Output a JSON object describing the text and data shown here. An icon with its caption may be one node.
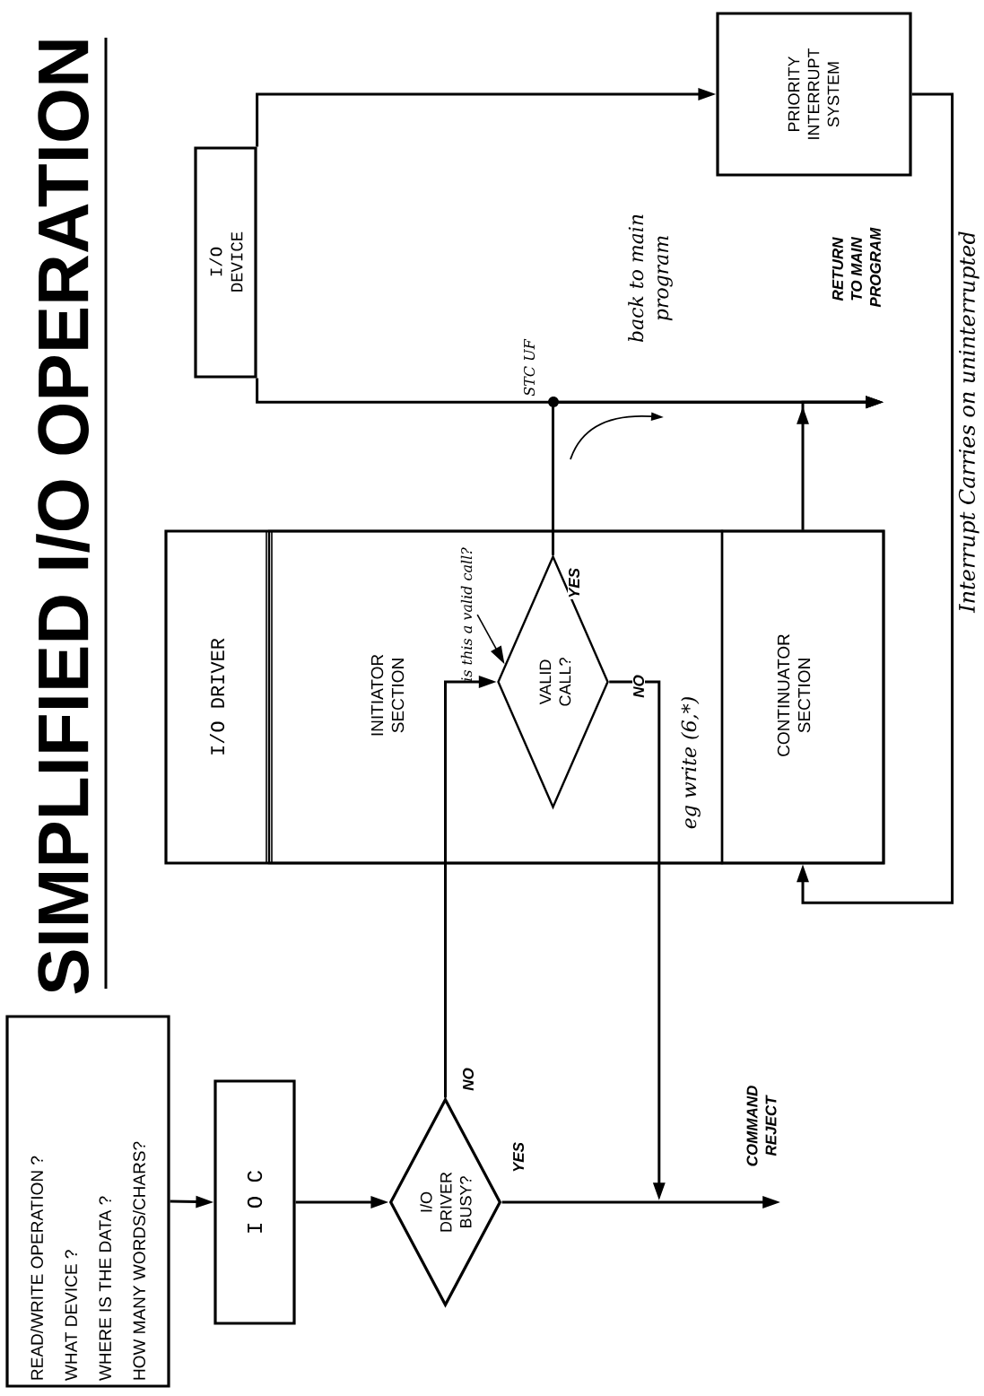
{
  "diagram": {
    "title": "SIMPLIFIED I/O OPERATION",
    "nodes": [
      {
        "text": [
          "READ/WRITE OPERATION ?",
          "WHAT DEVICE ?",
          "WHERE IS THE DATA ?",
          "HOW MANY WORDS/CHARS?"
        ]
      },
      {
        "text": [
          "I O C"
        ]
      },
      {
        "text": [
          "I/O DRIVER BUSY?"
        ]
      },
      {
        "text": [
          "I/O DRIVER"
        ]
      },
      {
        "text": [
          "INITIATOR SECTION"
        ],
        "in": 3
      },
      {
        "text": [
          "VALID CALL?"
        ],
        "in": 4
      },
      {
        "text": [
          "CONTINUATOR SECTION"
        ],
        "in": 3
      },
      {
        "text": [
          "I/O DEVICE"
        ]
      },
      {
        "text": [
          "PRIORITY INTERRUPT SYSTEM"
        ]
      },
      {
        "text": [
          "RETURN TO MAIN PROGRAM"
        ]
      },
      {
        "text": [
          "COMMAND REJECT"
        ]
      },
      {
        "text": [
          "is this a valid call?"
        ],
        "in": 4
      }
    ],
    "edges": [
      {
        "from": 0,
        "to": 1,
        "arrow": "to"
      },
      {
        "from": 1,
        "to": 2,
        "arrow": "to"
      },
      {
        "from": 2,
        "to": 5,
        "arrow": "to",
        "label": "NO"
      },
      {
        "from": 2,
        "to": 10,
        "arrow": "to",
        "label": "YES"
      },
      {
        "from": 5,
        "to": 10,
        "arrow": "to",
        "label": "NO"
      },
      {
        "from": 5,
        "to": 9,
        "arrow": "to",
        "label": "YES"
      },
      {
        "from": 7,
        "to": 9,
        "arrow": "to"
      },
      {
        "from": 6,
        "to": 9,
        "arrow": "to"
      },
      {
        "from": 7,
        "to": 8,
        "arrow": "to"
      },
      {
        "from": 8,
        "to": 6,
        "arrow": "to"
      },
      {
        "from": 11,
        "to": 5,
        "arrow": "to"
      }
    ],
    "labels": [
      "STC UF",
      "back to main program",
      "eg write (6,*)",
      "Interrupt Carries on uninterrupted"
    ]
  }
}
